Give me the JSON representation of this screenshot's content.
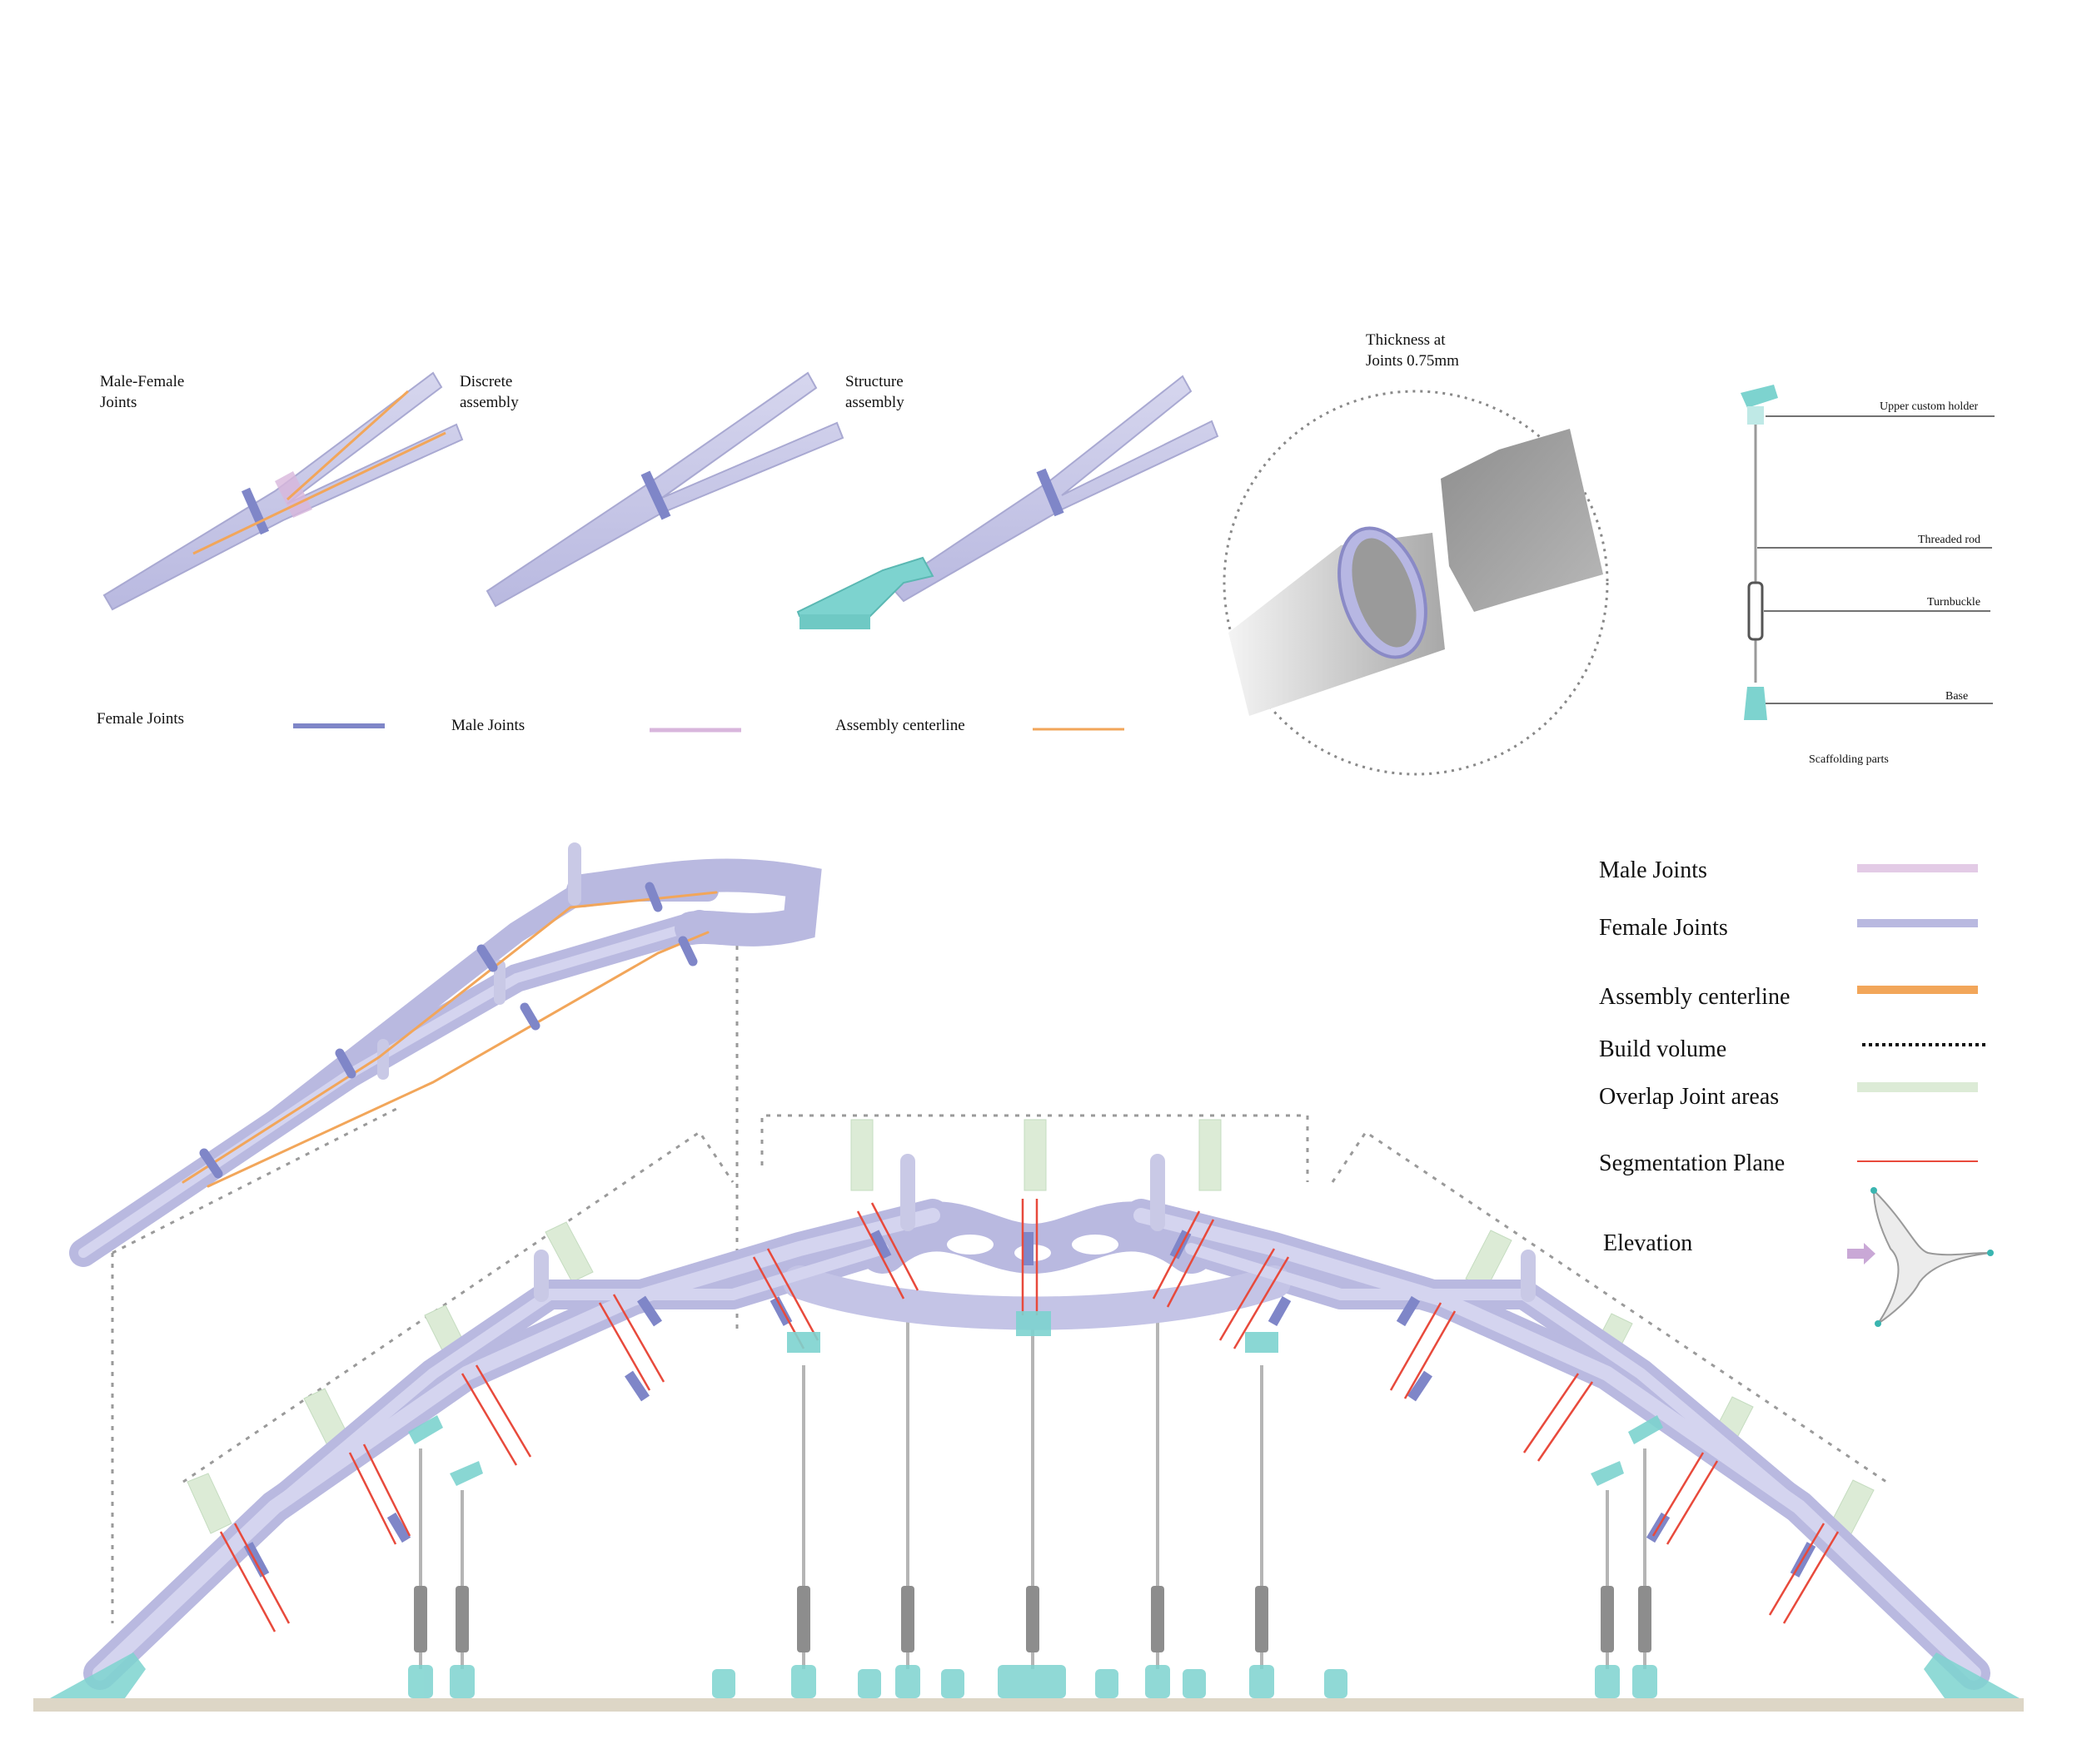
{
  "top_labels": {
    "male_female_joints": "Male-Female\nJoints",
    "discrete_assembly": "Discrete\nassembly",
    "structure_assembly": "Structure\nassembly",
    "thickness": "Thickness at\nJoints 0.75mm"
  },
  "top_legend": {
    "female_joints": "Female Joints",
    "male_joints": "Male Joints",
    "assembly_centerline": "Assembly centerline"
  },
  "scaffolding": {
    "upper_custom_holder": "Upper custom holder",
    "threaded_rod": "Threaded rod",
    "turnbuckle": "Turnbuckle",
    "base": "Base",
    "caption": "Scaffolding parts"
  },
  "legend": {
    "male_joints": "Male Joints",
    "female_joints": "Female Joints",
    "assembly_centerline": "Assembly centerline",
    "build_volume": "Build volume",
    "overlap_joint_areas": "Overlap Joint areas",
    "segmentation_plane": "Segmentation Plane",
    "elevation": "Elevation"
  },
  "colors": {
    "tube": "#c9c9e6",
    "tube_stroke": "#a9a9d2",
    "female_joint": "#7f86c8",
    "male_joint": "#d8b6dc",
    "centerline": "#f2a65a",
    "segmentation": "#e84a3c",
    "overlap": "#dcebd6",
    "scaffold": "#7dd3cf",
    "ground": "#ddd6c6",
    "build_volume": "#9a9a9a"
  }
}
